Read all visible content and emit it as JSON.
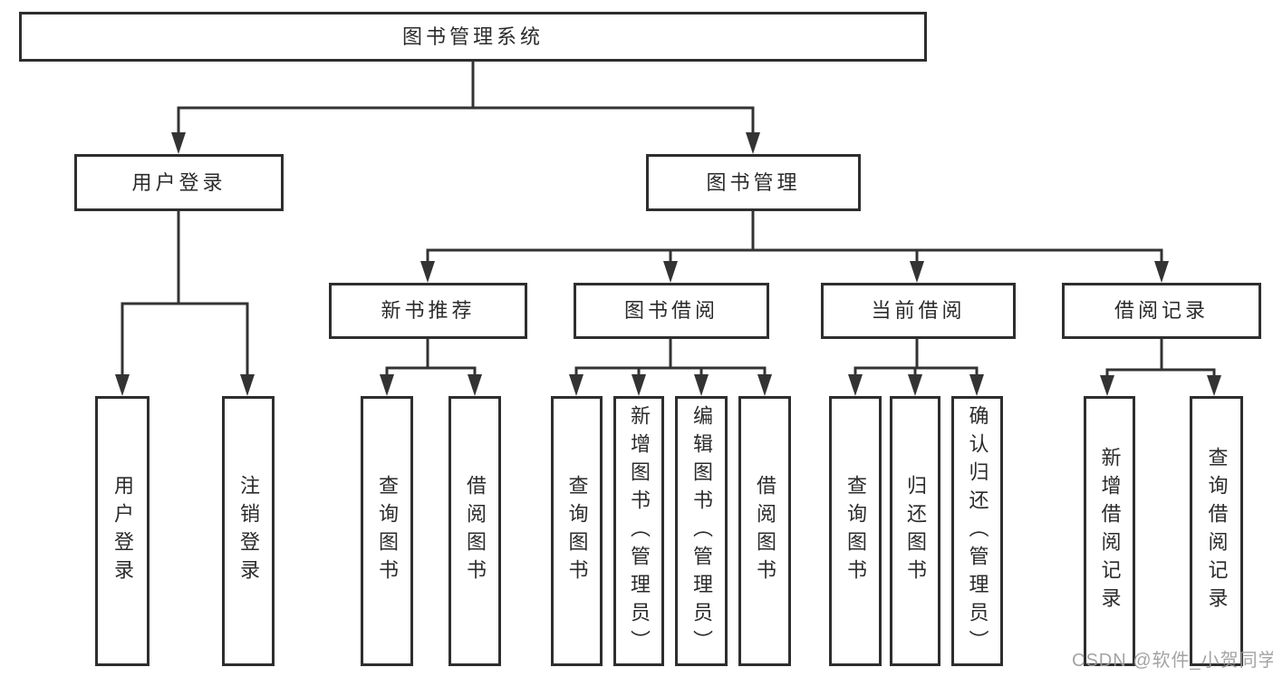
{
  "diagram": {
    "background": "#ffffff",
    "line_color": "#333333",
    "box_border_color": "#2e2e2e",
    "text_color": "#2b2b2b",
    "watermark_color": "#9b9b9b",
    "watermark": "CSDN @软件_小贺同学",
    "nodes": {
      "root": {
        "label": "图书管理系统"
      },
      "user_login": {
        "label": "用户登录"
      },
      "book_mgmt": {
        "label": "图书管理"
      },
      "new_book_rec": {
        "label": "新书推荐"
      },
      "book_borrow": {
        "label": "图书借阅"
      },
      "current_borrow": {
        "label": "当前借阅"
      },
      "borrow_records": {
        "label": "借阅记录"
      },
      "leaves": {
        "user_login": {
          "label": "用户登录"
        },
        "logout": {
          "label": "注销登录"
        },
        "nbr_query_books": {
          "label": "查询图书"
        },
        "nbr_borrow_books": {
          "label": "借阅图书"
        },
        "bb_query_books": {
          "label": "查询图书"
        },
        "bb_add_books": {
          "label": "新增图书（管理员）"
        },
        "bb_edit_books": {
          "label": "编辑图书（管理员）"
        },
        "bb_borrow_books": {
          "label": "借阅图书"
        },
        "cb_query_books": {
          "label": "查询图书"
        },
        "cb_return_books": {
          "label": "归还图书"
        },
        "cb_confirm_return": {
          "label": "确认归还（管理员）"
        },
        "br_add_record": {
          "label": "新增借阅记录"
        },
        "br_query_record": {
          "label": "查询借阅记录"
        }
      }
    },
    "hierarchy": {
      "图书管理系统": {
        "用户登录": [
          "用户登录",
          "注销登录"
        ],
        "图书管理": {
          "新书推荐": [
            "查询图书",
            "借阅图书"
          ],
          "图书借阅": [
            "查询图书",
            "新增图书（管理员）",
            "编辑图书（管理员）",
            "借阅图书"
          ],
          "当前借阅": [
            "查询图书",
            "归还图书",
            "确认归还（管理员）"
          ],
          "借阅记录": [
            "新增借阅记录",
            "查询借阅记录"
          ]
        }
      }
    }
  }
}
